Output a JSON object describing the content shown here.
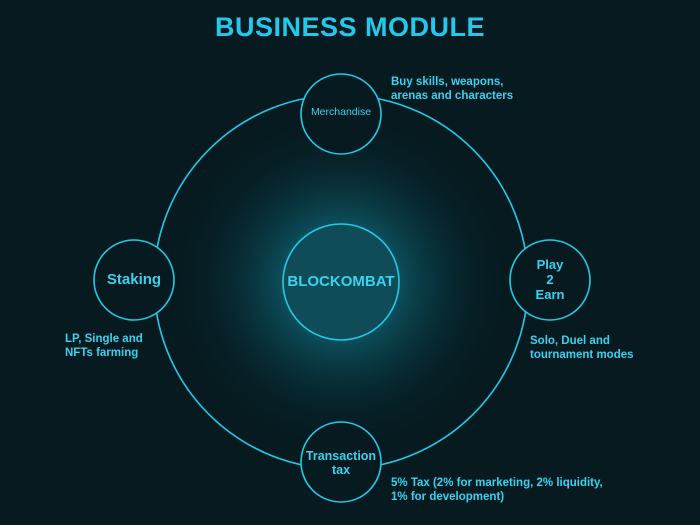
{
  "title": "BUSINESS MODULE",
  "center": {
    "label": "BLOCKOMBAT"
  },
  "nodes": {
    "merchandise": {
      "label": "Merchandise",
      "note": [
        "Buy skills, weapons,",
        "arenas and characters"
      ]
    },
    "play2earn": {
      "label": [
        "Play",
        "2",
        "Earn"
      ],
      "note": [
        "Solo, Duel and",
        "tournament modes"
      ]
    },
    "transaction_tax": {
      "label": [
        "Transaction",
        "tax"
      ],
      "note": [
        "5% Tax (2% for marketing, 2% liquidity,",
        "1% for development)"
      ]
    },
    "staking": {
      "label": "Staking",
      "note": [
        "LP, Single and",
        "NFTs farming"
      ]
    }
  },
  "colors": {
    "background": "#061a1f",
    "accent": "#22c9ea",
    "text": "#3ad2ef",
    "center_fill": "#0f4c57"
  }
}
